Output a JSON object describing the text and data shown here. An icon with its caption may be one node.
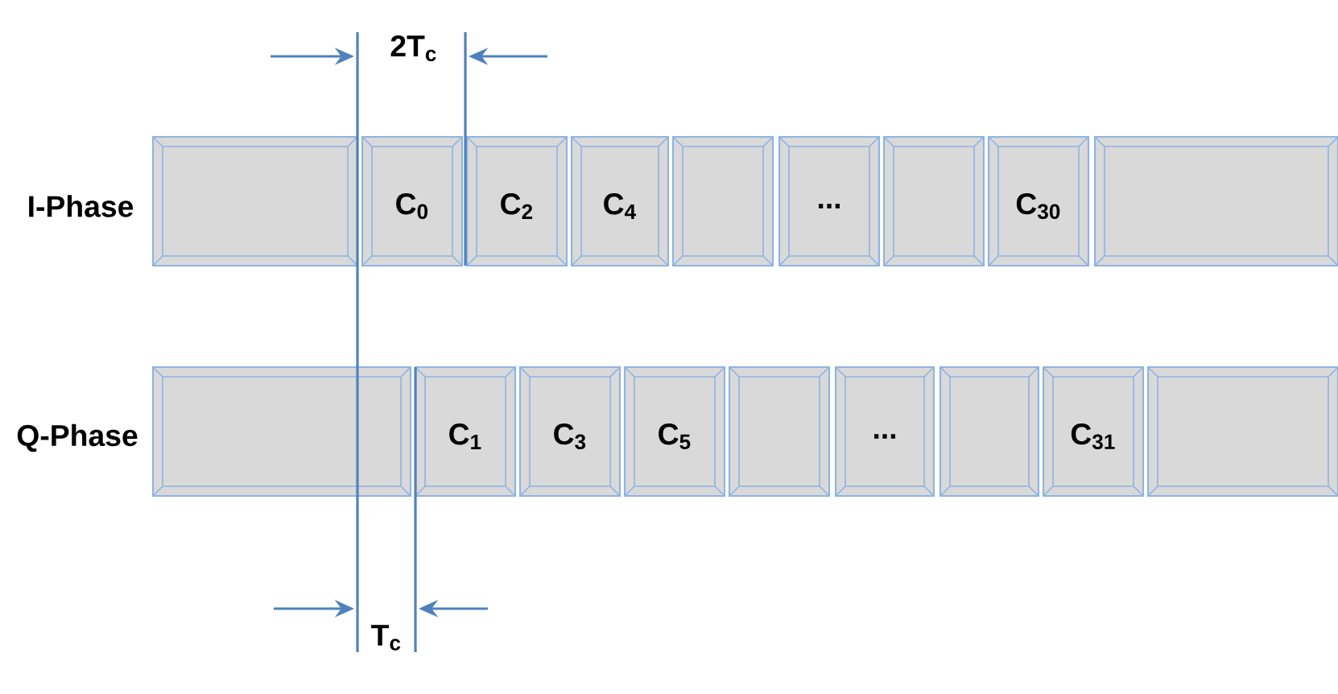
{
  "diagram": {
    "nodes": [
      {
        "text": [],
        "shape": "box"
      },
      {
        "text": [
          "C$_{0}$"
        ]
      },
      {
        "text": [
          "C$_{2}$"
        ]
      },
      {
        "text": [
          "C$_{4}$"
        ]
      },
      {
        "text": [],
        "shape": "box"
      },
      {
        "text": [
          "..."
        ]
      },
      {
        "text": [],
        "shape": "box"
      },
      {
        "text": [
          "C$_{30}$"
        ]
      },
      {
        "text": [],
        "shape": "box"
      },
      {
        "text": [],
        "shape": "box"
      },
      {
        "text": [
          "C$_{1}$"
        ]
      },
      {
        "text": [
          "C$_{3}$"
        ]
      },
      {
        "text": [
          "C$_{5}$"
        ]
      },
      {
        "text": [],
        "shape": "box"
      },
      {
        "text": [
          "..."
        ]
      },
      {
        "text": [],
        "shape": "box"
      },
      {
        "text": [
          "C$_{31}$"
        ]
      },
      {
        "text": [],
        "shape": "box"
      }
    ],
    "labels": [
      "2T$_{c}$",
      "I-Phase",
      "Q-Phase",
      "T$_{c}$"
    ]
  }
}
